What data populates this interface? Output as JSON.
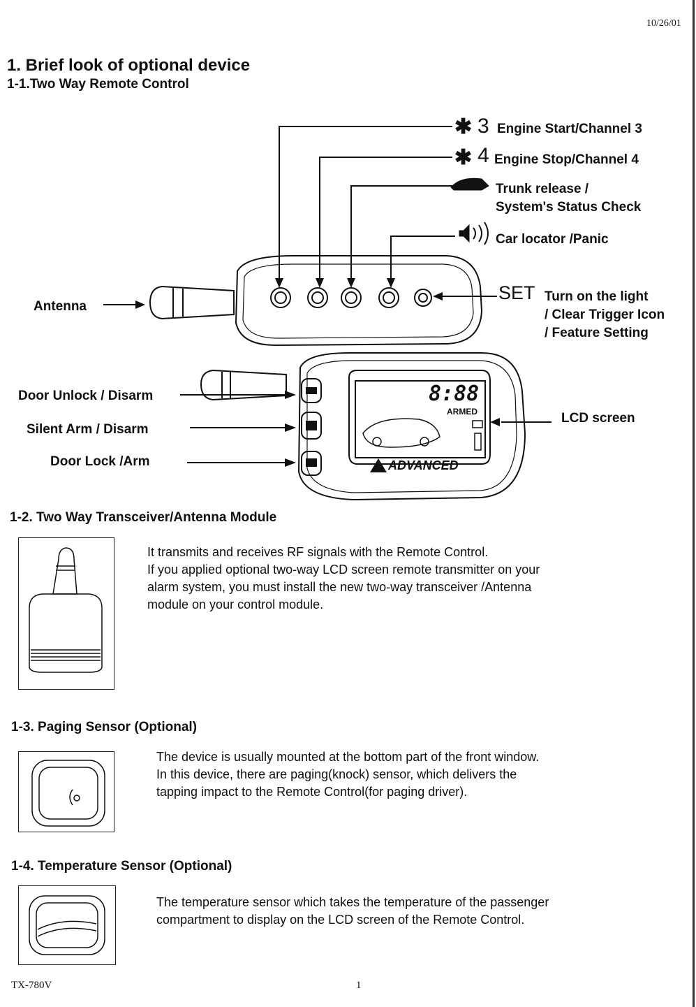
{
  "header": {
    "date": "10/26/01"
  },
  "section1": {
    "title": "1.  Brief look of optional device",
    "subtitle": "1-1.Two Way Remote Control"
  },
  "remote": {
    "callouts": {
      "engine_start": {
        "symbol": "3",
        "label": "Engine Start/Channel 3"
      },
      "engine_stop": {
        "symbol": "4",
        "label": "Engine Stop/Channel 4"
      },
      "trunk_release_1": "Trunk release /",
      "trunk_release_2": "System's Status Check",
      "car_locator": "Car locator /Panic",
      "set_symbol": "SET",
      "set_line1": "Turn on the light",
      "set_line2": "/ Clear Trigger Icon",
      "set_line3": "/ Feature Setting",
      "antenna": "Antenna",
      "door_unlock": "Door Unlock / Disarm",
      "silent_arm": "Silent Arm / Disarm",
      "door_lock": "Door Lock /Arm",
      "lcd_screen": "LCD screen"
    },
    "lcd": {
      "clock": "8:88",
      "armed": "ARMED",
      "brand": "ADVANCED"
    }
  },
  "section2": {
    "title": "1-2. Two Way Transceiver/Antenna Module",
    "text": [
      "It transmits and receives RF signals with the Remote Control.",
      "If you applied optional two-way LCD screen remote transmitter on your",
      "alarm system, you must install the new two-way transceiver /Antenna",
      "module on your control module."
    ]
  },
  "section3": {
    "title": "1-3. Paging Sensor (Optional)",
    "text": [
      "The device is usually mounted at the bottom part of the front window.",
      "In this device, there are paging(knock) sensor, which delivers the",
      "tapping impact to the Remote Control(for paging driver)."
    ]
  },
  "section4": {
    "title": "1-4. Temperature Sensor (Optional)",
    "text": [
      "The temperature sensor which takes the temperature of the passenger",
      "compartment to display on the LCD screen of the Remote Control."
    ]
  },
  "footer": {
    "model": "TX-780V",
    "page": "1"
  }
}
